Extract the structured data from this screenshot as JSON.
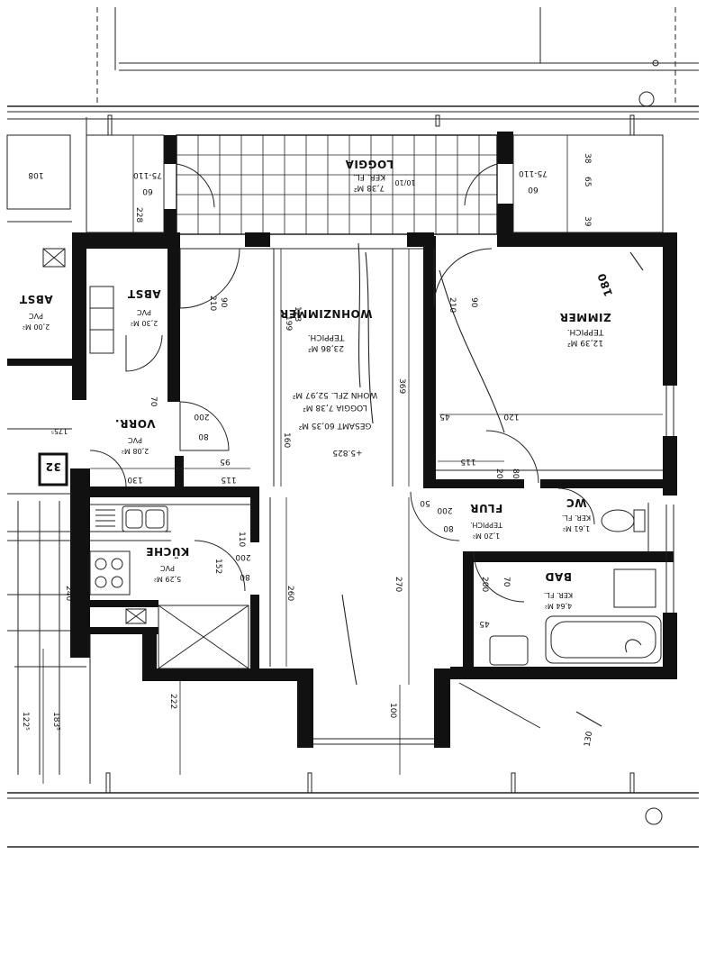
{
  "rooms": {
    "loggia": {
      "name": "LOGGIA",
      "floor": "KER. FL.",
      "area": "7,38 M²"
    },
    "zimmer": {
      "name": "ZIMMER",
      "floor": "TEPPICH.",
      "area": "12,39 M²"
    },
    "wohnzimmer": {
      "name": "WOHNZIMMER",
      "floor": "TEPPICH.",
      "area": "23,86 M²"
    },
    "abst_left": {
      "name": "ABST",
      "floor": "PVC",
      "area": "2,00 M²"
    },
    "abst_right": {
      "name": "ABST",
      "floor": "PVC",
      "area": "2,30 M²"
    },
    "vorr": {
      "name": "VORR.",
      "floor": "PVC",
      "area": "2,08 M²"
    },
    "kueche": {
      "name": "KÜCHE",
      "floor": "PVC",
      "area": "5,29 M²"
    },
    "flur": {
      "name": "FLUR",
      "floor": "TEPPICH.",
      "area": "1,20 M²"
    },
    "wc": {
      "name": "WC",
      "floor": "KER. FL.",
      "area": "1,61 M²"
    },
    "bad": {
      "name": "BAD",
      "floor": "KER. FL.",
      "area": "4,64 M²"
    }
  },
  "summary": {
    "wohn": "WOHN ZFL. 52,97 M²",
    "loggia": "LOGGIA 7,38 M²",
    "gesamt": "GESAMT 60,35 M²"
  },
  "unit_number": "32",
  "elevation": "+5.825",
  "dims": {
    "d369": "369",
    "d260": "260",
    "d270": "270",
    "d100": "100",
    "d222": "222",
    "d240": "240",
    "d1225": "122⁵",
    "d1835": "183⁵",
    "d90": "90",
    "d210": "210",
    "d200": "200",
    "d80": "80",
    "d70": "70",
    "d60": "60",
    "d75110": "75-110",
    "d1010": "10/10",
    "d130": "130",
    "d115": "115",
    "d160": "160",
    "d95": "95",
    "d152": "152",
    "d110": "110",
    "d120": "120",
    "d45": "45",
    "d50": "50",
    "d228": "228",
    "d108": "108",
    "d1755": "175⁵",
    "d38": "38",
    "d65": "65",
    "d39": "39",
    "d123": "123",
    "d199": "199"
  },
  "notes": {
    "n1": "180",
    "n2": "130"
  }
}
